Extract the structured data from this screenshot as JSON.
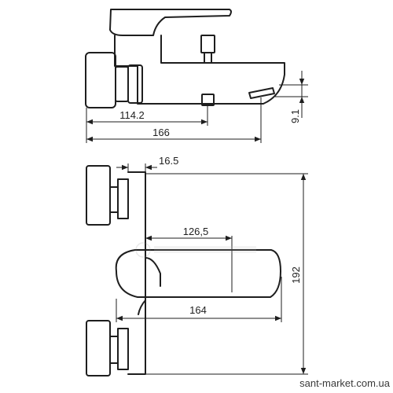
{
  "side_view": {
    "dimensions": {
      "d114": "114.2",
      "d166": "166",
      "d9": "9.1"
    }
  },
  "front_view": {
    "dimensions": {
      "d16": "16.5",
      "d126": "126,5",
      "d164": "164",
      "d192": "192"
    }
  },
  "watermark": "sant-market.com.ua"
}
